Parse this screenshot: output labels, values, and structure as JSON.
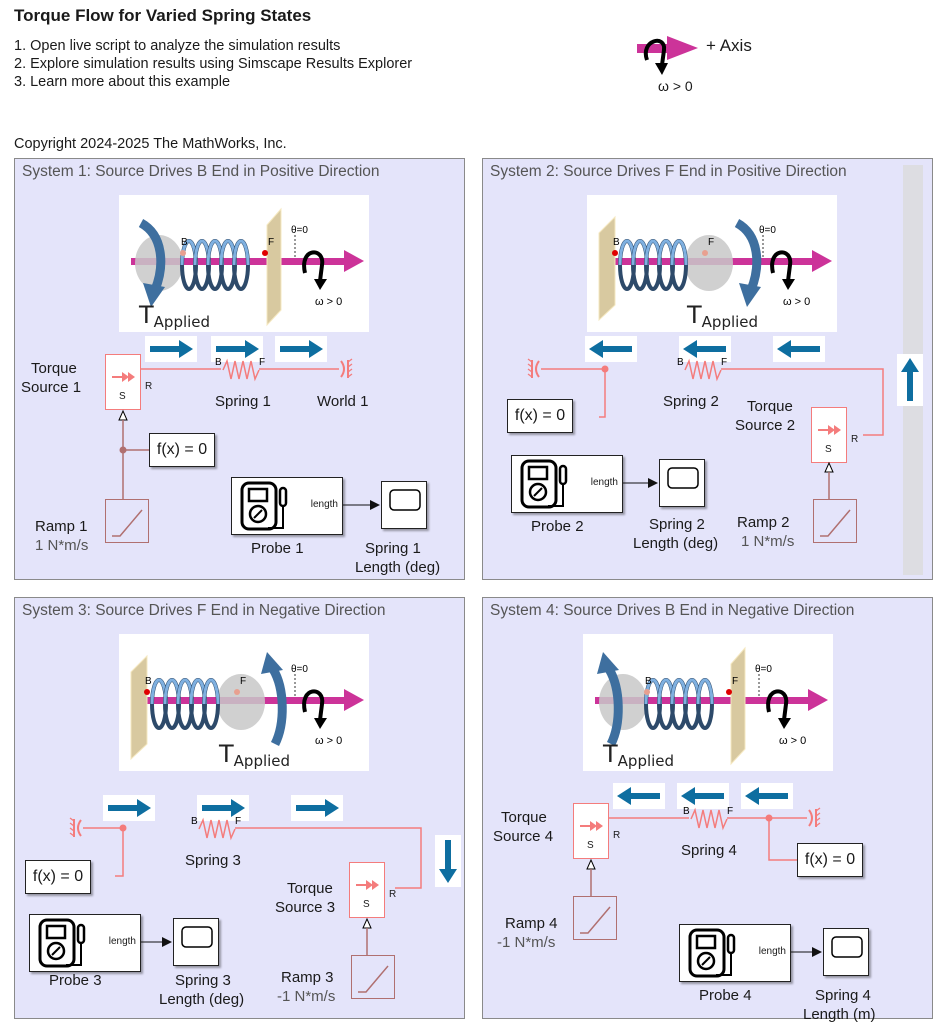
{
  "header": {
    "title": "Torque Flow for Varied Spring States",
    "steps": [
      "1. Open live script to analyze the simulation results",
      "2. Explore simulation results using Simscape Results Explorer",
      "3. Learn more about this example"
    ],
    "copyright": "Copyright 2024-2025 The MathWorks, Inc."
  },
  "legend": {
    "axis_label": "+ Axis",
    "omega_label": "ω > 0"
  },
  "colors": {
    "panel_bg": "#e4e4fa",
    "physical_line": "#f47c7c",
    "signal_line": "#b07070",
    "flow_arrow": "#0e6ea0",
    "axis_magenta": "#cc3399"
  },
  "illustration": {
    "theta_label": "θ=0",
    "omega_label": "ω > 0",
    "torque_label_main": "T",
    "torque_label_sub": "Applied",
    "port_b": "B",
    "port_f": "F"
  },
  "systems": [
    {
      "title": "System 1: Source Drives B End in Positive Direction",
      "torque_source": "Torque\nSource 1",
      "torque_source_l1": "Torque",
      "torque_source_l2": "Source 1",
      "spring": "Spring 1",
      "world": "World 1",
      "ramp": "Ramp 1",
      "ramp_value": "1 N*m/s",
      "solver": "f(x) = 0",
      "probe": "Probe 1",
      "probe_port": "length",
      "scope_l1": "Spring 1",
      "scope_l2": "Length (deg)",
      "port_r": "R",
      "port_s": "S",
      "port_b": "B",
      "port_f": "F",
      "flow_direction": "right"
    },
    {
      "title": "System 2: Source Drives F End in Positive Direction",
      "torque_source_l1": "Torque",
      "torque_source_l2": "Source 2",
      "spring": "Spring 2",
      "ramp": "Ramp 2",
      "ramp_value": "1 N*m/s",
      "solver": "f(x) = 0",
      "probe": "Probe 2",
      "probe_port": "length",
      "scope_l1": "Spring 2",
      "scope_l2": "Length (deg)",
      "port_r": "R",
      "port_s": "S",
      "port_b": "B",
      "port_f": "F",
      "flow_direction": "left"
    },
    {
      "title": "System 3: Source Drives F End in Negative Direction",
      "torque_source_l1": "Torque",
      "torque_source_l2": "Source 3",
      "spring": "Spring 3",
      "ramp": "Ramp 3",
      "ramp_value": "-1 N*m/s",
      "solver": "f(x) = 0",
      "probe": "Probe 3",
      "probe_port": "length",
      "scope_l1": "Spring 3",
      "scope_l2": "Length (deg)",
      "port_r": "R",
      "port_s": "S",
      "port_b": "B",
      "port_f": "F",
      "flow_direction": "right"
    },
    {
      "title": "System 4: Source Drives B End in Negative Direction",
      "torque_source_l1": "Torque",
      "torque_source_l2": "Source 4",
      "spring": "Spring 4",
      "ramp": "Ramp 4",
      "ramp_value": "-1 N*m/s",
      "solver": "f(x) = 0",
      "probe": "Probe 4",
      "probe_port": "length",
      "scope_l1": "Spring 4",
      "scope_l2": "Length (m)",
      "port_r": "R",
      "port_s": "S",
      "port_b": "B",
      "port_f": "F",
      "flow_direction": "left"
    }
  ]
}
